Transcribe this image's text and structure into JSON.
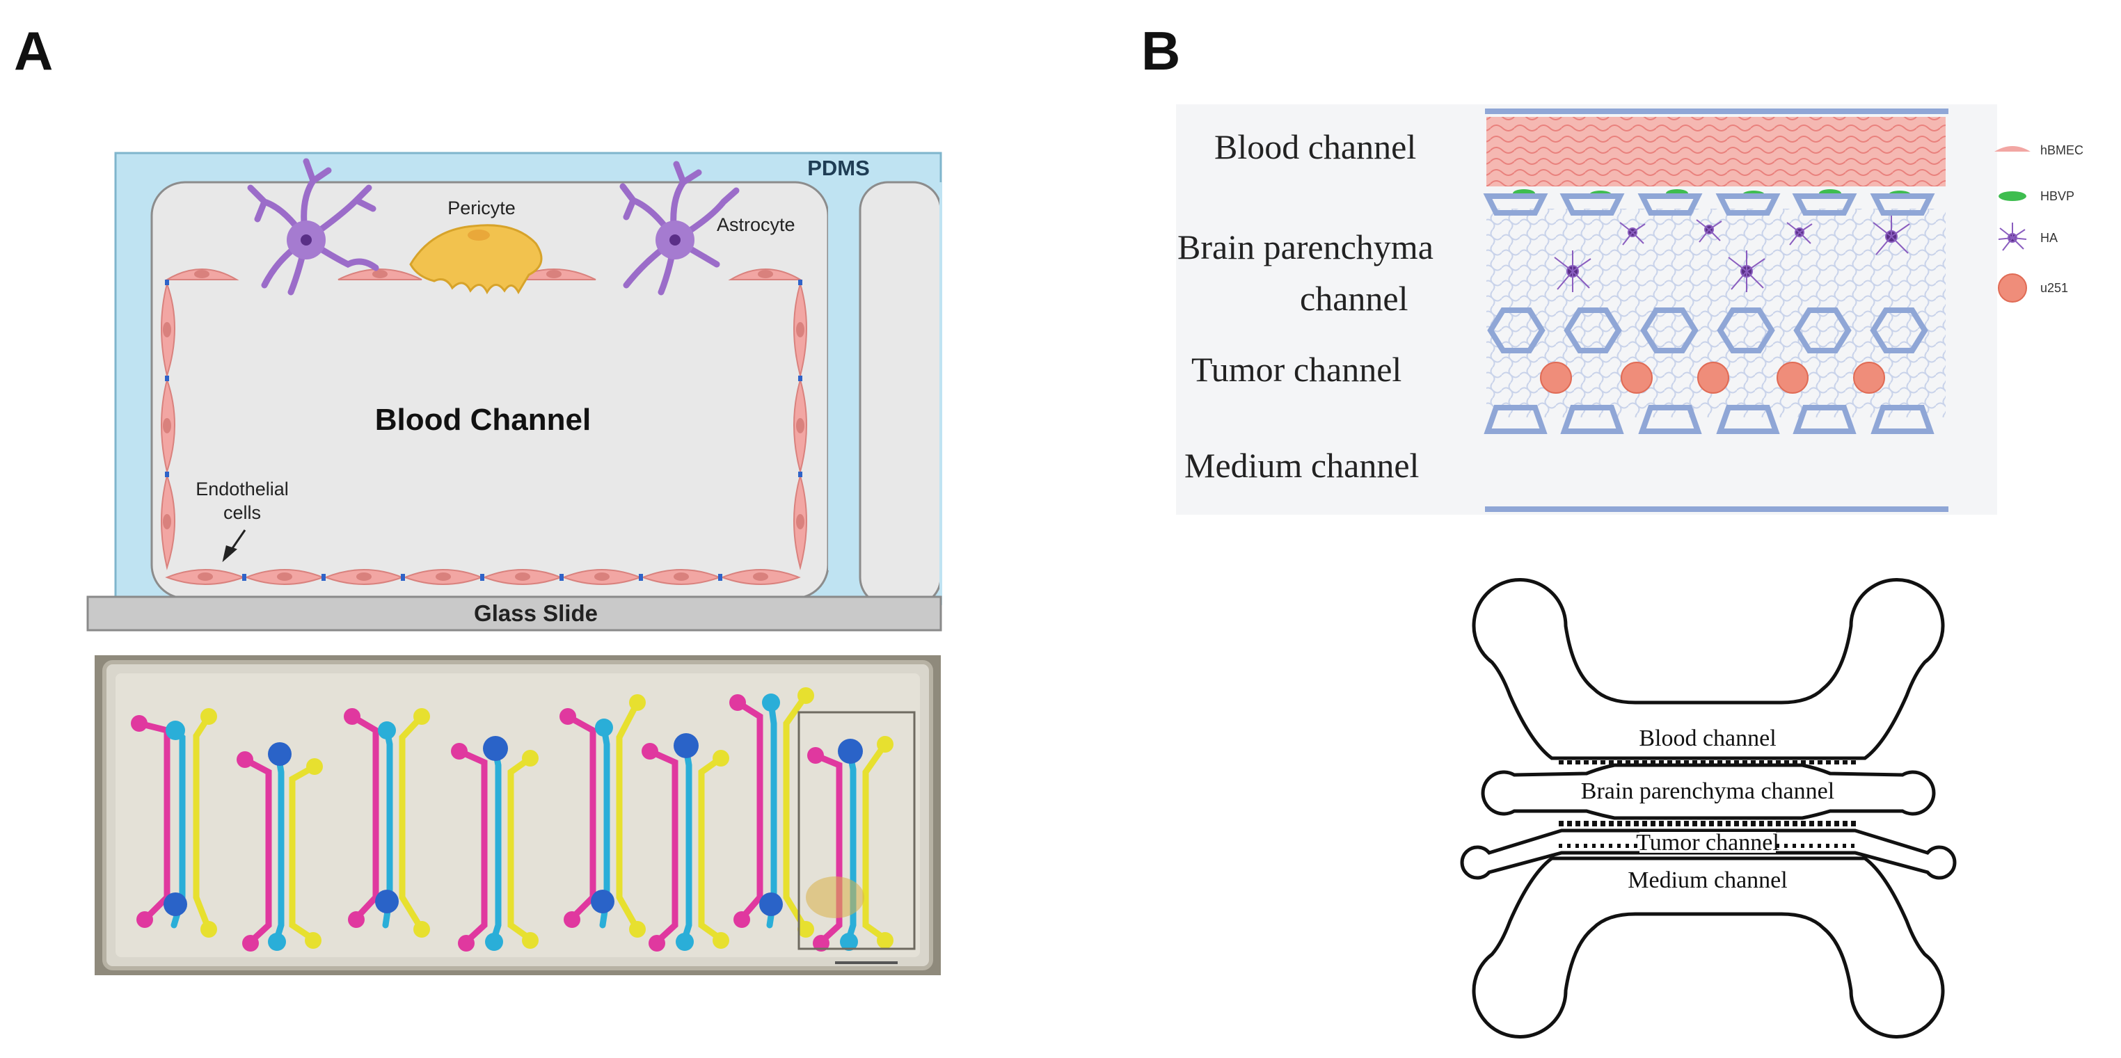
{
  "panels": {
    "a": {
      "letter": "A"
    },
    "b": {
      "letter": "B"
    }
  },
  "panel_a": {
    "pdms_label": "PDMS",
    "pericyte_label": "Pericyte",
    "astrocyte_label": "Astrocyte",
    "channel_label": "Blood Channel",
    "endothelial_label_line1": "Endothelial",
    "endothelial_label_line2": "cells",
    "glass_label": "Glass Slide"
  },
  "panel_b": {
    "layer_labels": {
      "blood": "Blood channel",
      "brain_line1": "Brain parenchyma",
      "brain_line2": "channel",
      "tumor": "Tumor channel",
      "medium": "Medium channel"
    },
    "legend": [
      "hBMEC",
      "HBVP",
      "HA",
      "u251"
    ],
    "chip_labels": {
      "blood": "Blood channel",
      "brain": "Brain parenchyma channel",
      "tumor": "Tumor channel",
      "medium": "Medium channel"
    }
  },
  "colors": {
    "pdms": "#bfe3f2",
    "endothelial": "#f2a6a3",
    "astrocyte": "#a57bd0",
    "pericyte": "#f2c24e",
    "glass": "#bdbdbd",
    "pillar": "#8fa6d6",
    "tumor": "#ef8d7a",
    "magenta_dye": "#e0389f",
    "cyan_dye": "#2aaed8",
    "yellow_dye": "#e7e02f"
  }
}
